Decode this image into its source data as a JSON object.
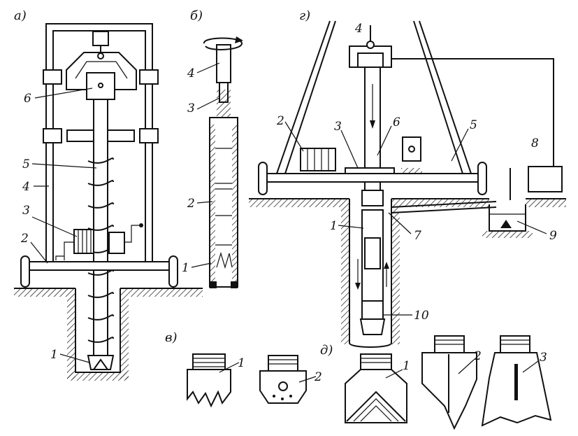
{
  "sections": {
    "a": "а)",
    "b": "б)",
    "v": "в)",
    "g": "г)",
    "d": "д)"
  },
  "labels": {
    "a": [
      "6",
      "5",
      "4",
      "3",
      "2",
      "1"
    ],
    "b": [
      "4",
      "3",
      "2",
      "1"
    ],
    "g": [
      "4",
      "2",
      "3",
      "6",
      "5",
      "8",
      "1",
      "7",
      "9",
      "10"
    ],
    "v": [
      "1",
      "2"
    ],
    "d": [
      "1",
      "2",
      "3"
    ]
  }
}
